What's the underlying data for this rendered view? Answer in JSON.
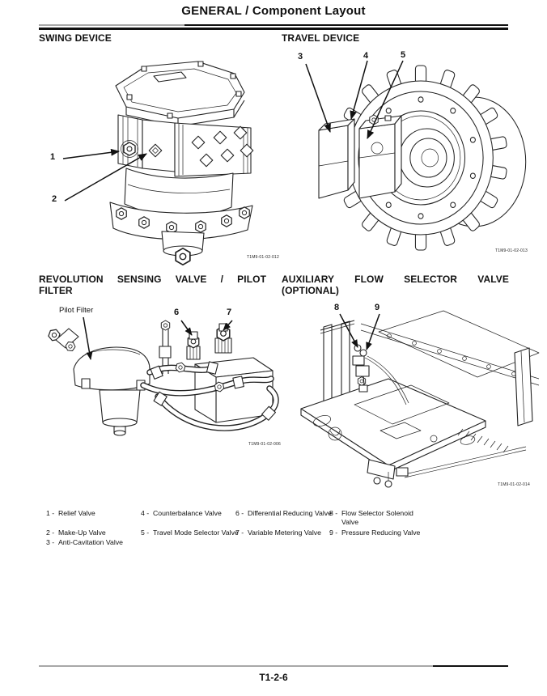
{
  "header": {
    "title": "GENERAL / Component Layout"
  },
  "footer": {
    "page_number": "T1-2-6"
  },
  "colors": {
    "ink": "#111111",
    "rule_gray": "#a8a8a8"
  },
  "sections": {
    "swing": {
      "title_lines": [
        "SWING DEVICE"
      ],
      "figure_id": "T1M9-01-02-012",
      "callouts": {
        "c1": "1",
        "c2": "2"
      }
    },
    "travel": {
      "title_lines": [
        "TRAVEL DEVICE"
      ],
      "figure_id": "T1M9-01-02-013",
      "callouts": {
        "c3": "3",
        "c4": "4",
        "c5": "5"
      }
    },
    "revolution": {
      "title_lines": [
        "REVOLUTION SENSING VALVE / PILOT",
        "FILTER"
      ],
      "figure_id": "T1M9-01-02-006",
      "part_label": "Pilot Filter",
      "callouts": {
        "c6": "6",
        "c7": "7"
      }
    },
    "auxiliary": {
      "title_lines": [
        "AUXILIARY FLOW SELECTOR VALVE",
        "(OPTIONAL)"
      ],
      "figure_id": "T1M9-01-02-014",
      "callouts": {
        "c8": "8",
        "c9": "9"
      }
    }
  },
  "legend": {
    "entries": [
      {
        "num": "1 -",
        "label": "Relief Valve"
      },
      {
        "num": "2 -",
        "label": "Make-Up Valve"
      },
      {
        "num": "3 -",
        "label": "Anti-Cavitation Valve"
      },
      {
        "num": "4 -",
        "label": "Counterbalance Valve"
      },
      {
        "num": "5 -",
        "label": "Travel Mode Selector Valve"
      },
      {
        "num": "6 -",
        "label": "Differential Reducing Valve"
      },
      {
        "num": "7 -",
        "label": "Variable Metering Valve"
      },
      {
        "num": "8 -",
        "label": "Flow Selector Solenoid Valve"
      },
      {
        "num": "9 -",
        "label": "Pressure Reducing Valve"
      }
    ]
  }
}
